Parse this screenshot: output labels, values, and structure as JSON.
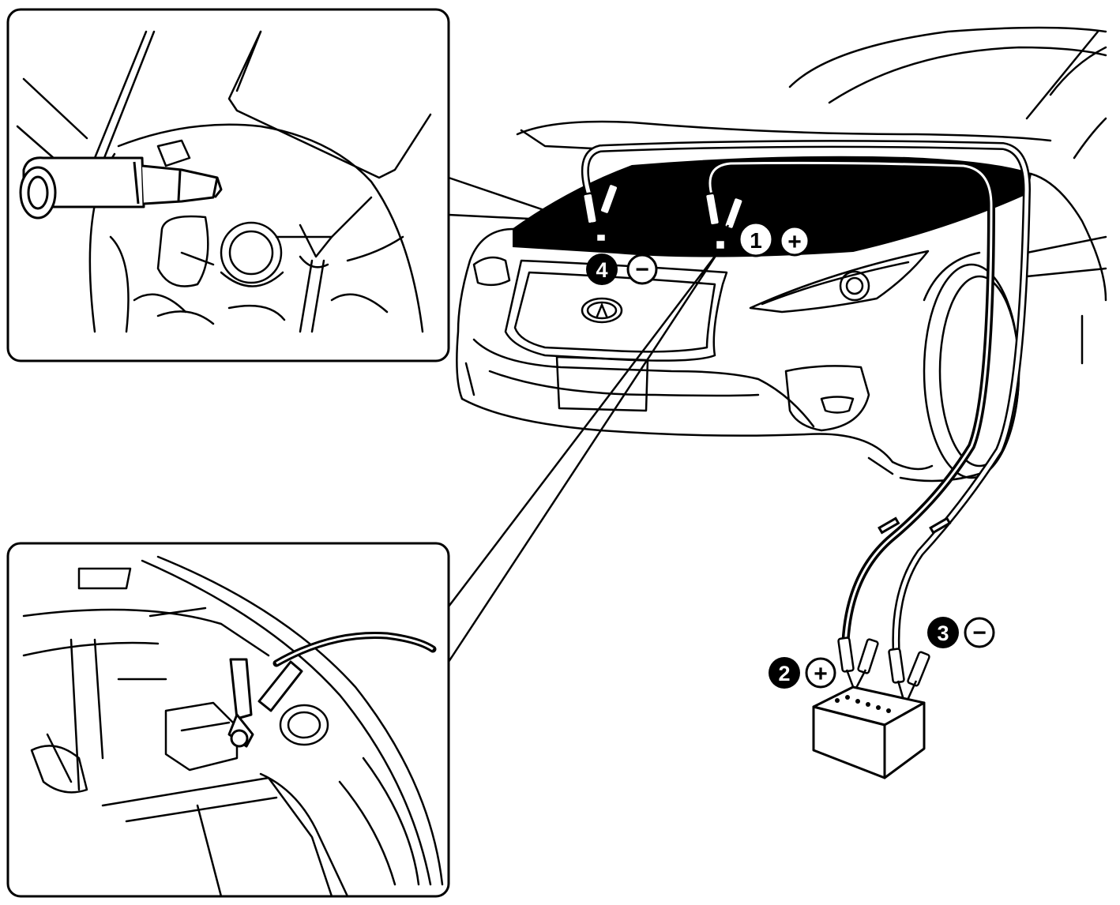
{
  "diagram": {
    "subject": "jump-start-connection-sequence",
    "steps": [
      {
        "number": "1",
        "polarity": "+",
        "location": "discharged-vehicle-positive-terminal",
        "style": "outline"
      },
      {
        "number": "2",
        "polarity": "+",
        "location": "booster-battery-positive-terminal",
        "style": "filled"
      },
      {
        "number": "3",
        "polarity": "−",
        "location": "booster-battery-negative-terminal",
        "style": "filled"
      },
      {
        "number": "4",
        "polarity": "−",
        "location": "discharged-vehicle-ground-point",
        "style": "filled"
      }
    ],
    "insets": [
      {
        "name": "inset-ground-connection",
        "shows": "negative-clamp-on-ground"
      },
      {
        "name": "inset-positive-connection",
        "shows": "positive-clamp-on-terminal"
      }
    ]
  },
  "colors": {
    "line": "#000000",
    "background": "#ffffff",
    "cable_positive": "#000000",
    "cable_negative": "#ffffff"
  },
  "icons": [
    "plus-circle-icon",
    "minus-circle-icon",
    "battery-icon",
    "jumper-clamp-icon",
    "infiniti-emblem-icon"
  ]
}
